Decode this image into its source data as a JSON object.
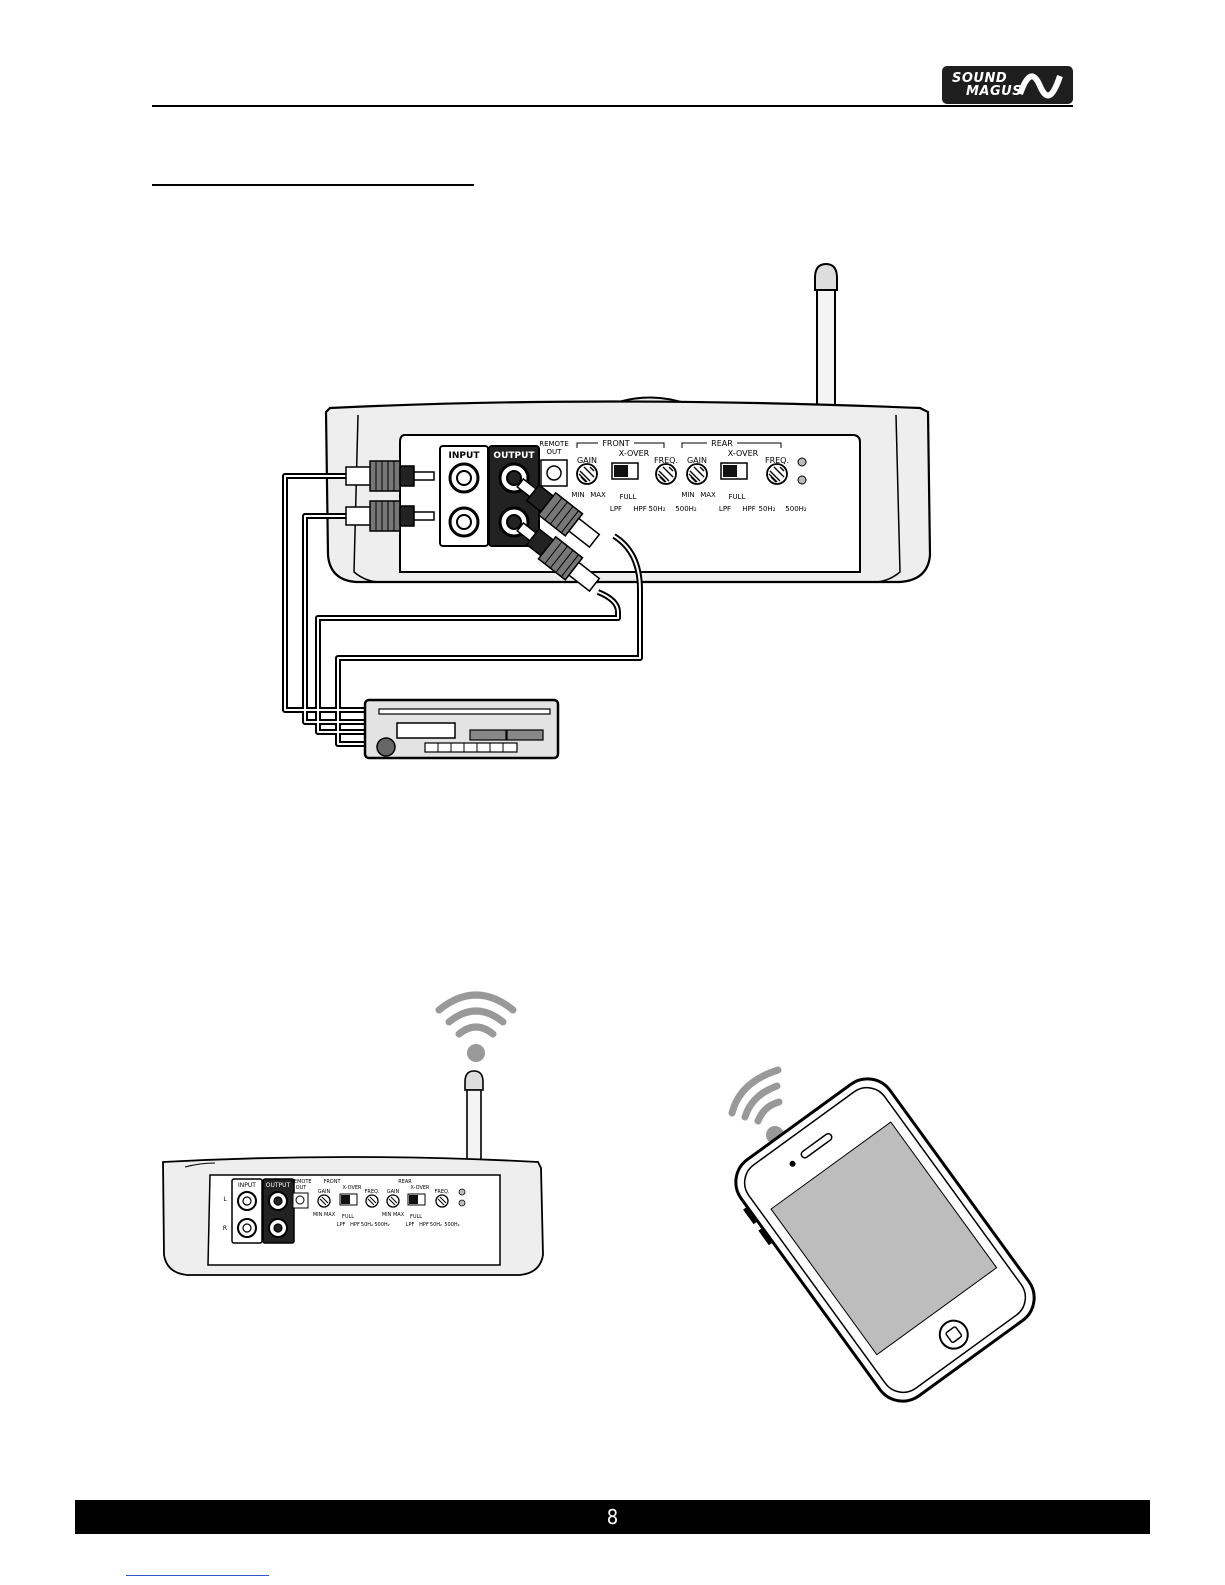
{
  "brand": {
    "line1": "SOUND",
    "line2": "MAGUS",
    "colors": {
      "logo_bg": "#1e1e1e",
      "logo_text": "#ffffff"
    }
  },
  "amplifier": {
    "input_label": "INPUT",
    "output_label": "OUTPUT",
    "remote_out_label": [
      "REMOTE",
      "OUT"
    ],
    "front_label": "FRONT",
    "rear_label": "REAR",
    "xover_label": "X-OVER",
    "gain_label": "GAIN",
    "freq_label": "FREQ.",
    "min_label": "MIN",
    "max_label": "MAX",
    "full_label": "FULL",
    "lpf_label": "LPF",
    "hpf_label": "HPF",
    "freq_low_label": "50H₂",
    "freq_high_label": "500H₂",
    "left_label": "L",
    "right_label": "R"
  },
  "icons": [
    "antenna-icon",
    "wifi-icon",
    "smartphone-icon",
    "head-unit-icon"
  ],
  "footer": {
    "page_number": "8"
  }
}
